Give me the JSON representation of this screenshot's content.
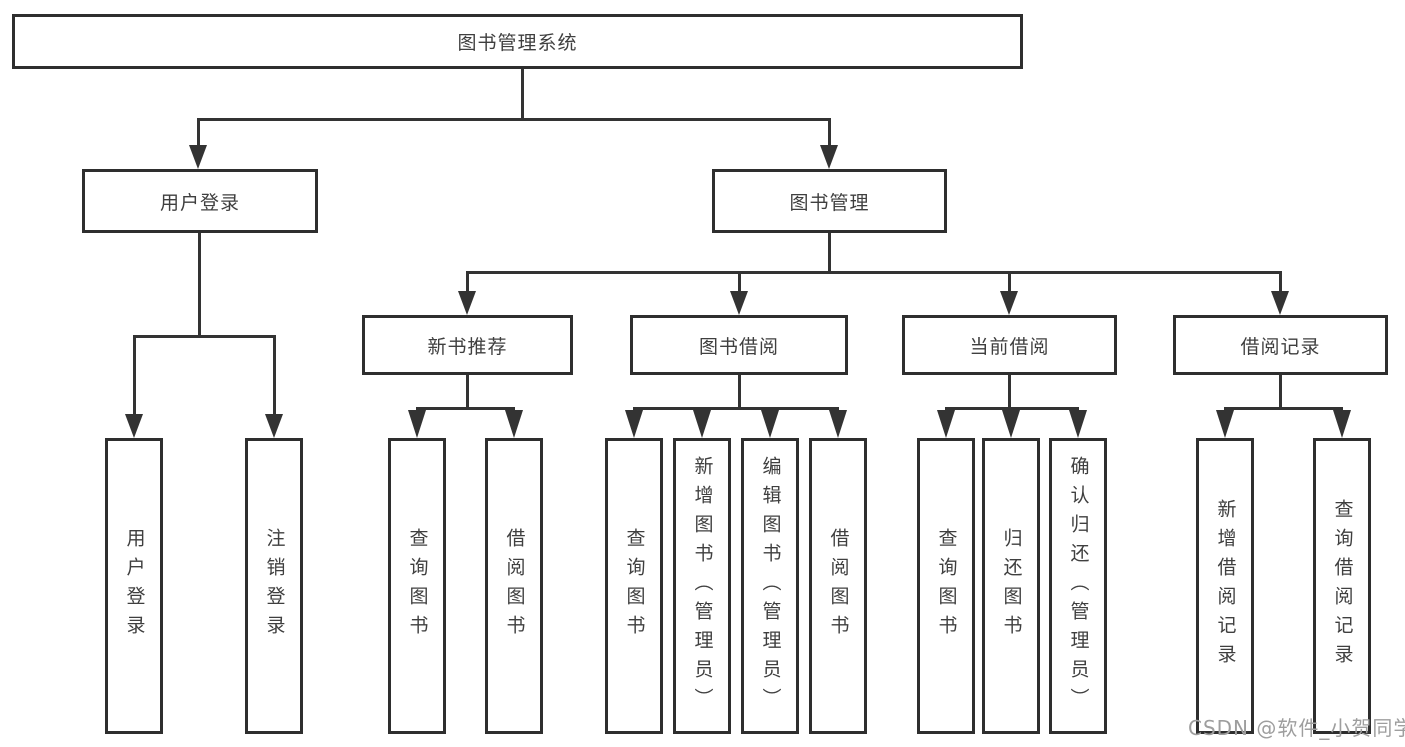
{
  "nodes": {
    "root": "图书管理系统",
    "level2": [
      "用户登录",
      "图书管理"
    ],
    "level3": [
      "新书推荐",
      "图书借阅",
      "当前借阅",
      "借阅记录"
    ],
    "leaves": {
      "user_login": [
        "用户登录",
        "注销登录"
      ],
      "new_books": [
        "查询图书",
        "借阅图书"
      ],
      "book_borrow": [
        "查询图书",
        "新增图书（管理员）",
        "编辑图书（管理员）",
        "借阅图书"
      ],
      "current_borrow": [
        "查询图书",
        "归还图书",
        "确认归还（管理员）"
      ],
      "borrow_records": [
        "新增借阅记录",
        "查询借阅记录"
      ]
    }
  },
  "watermark": "CSDN @软件_小贺同学",
  "colors": {
    "line": "#333333",
    "border": "#2e2e2e",
    "text": "#3f3f3f",
    "watermark": "#9e9e9e",
    "background": "#ffffff"
  }
}
